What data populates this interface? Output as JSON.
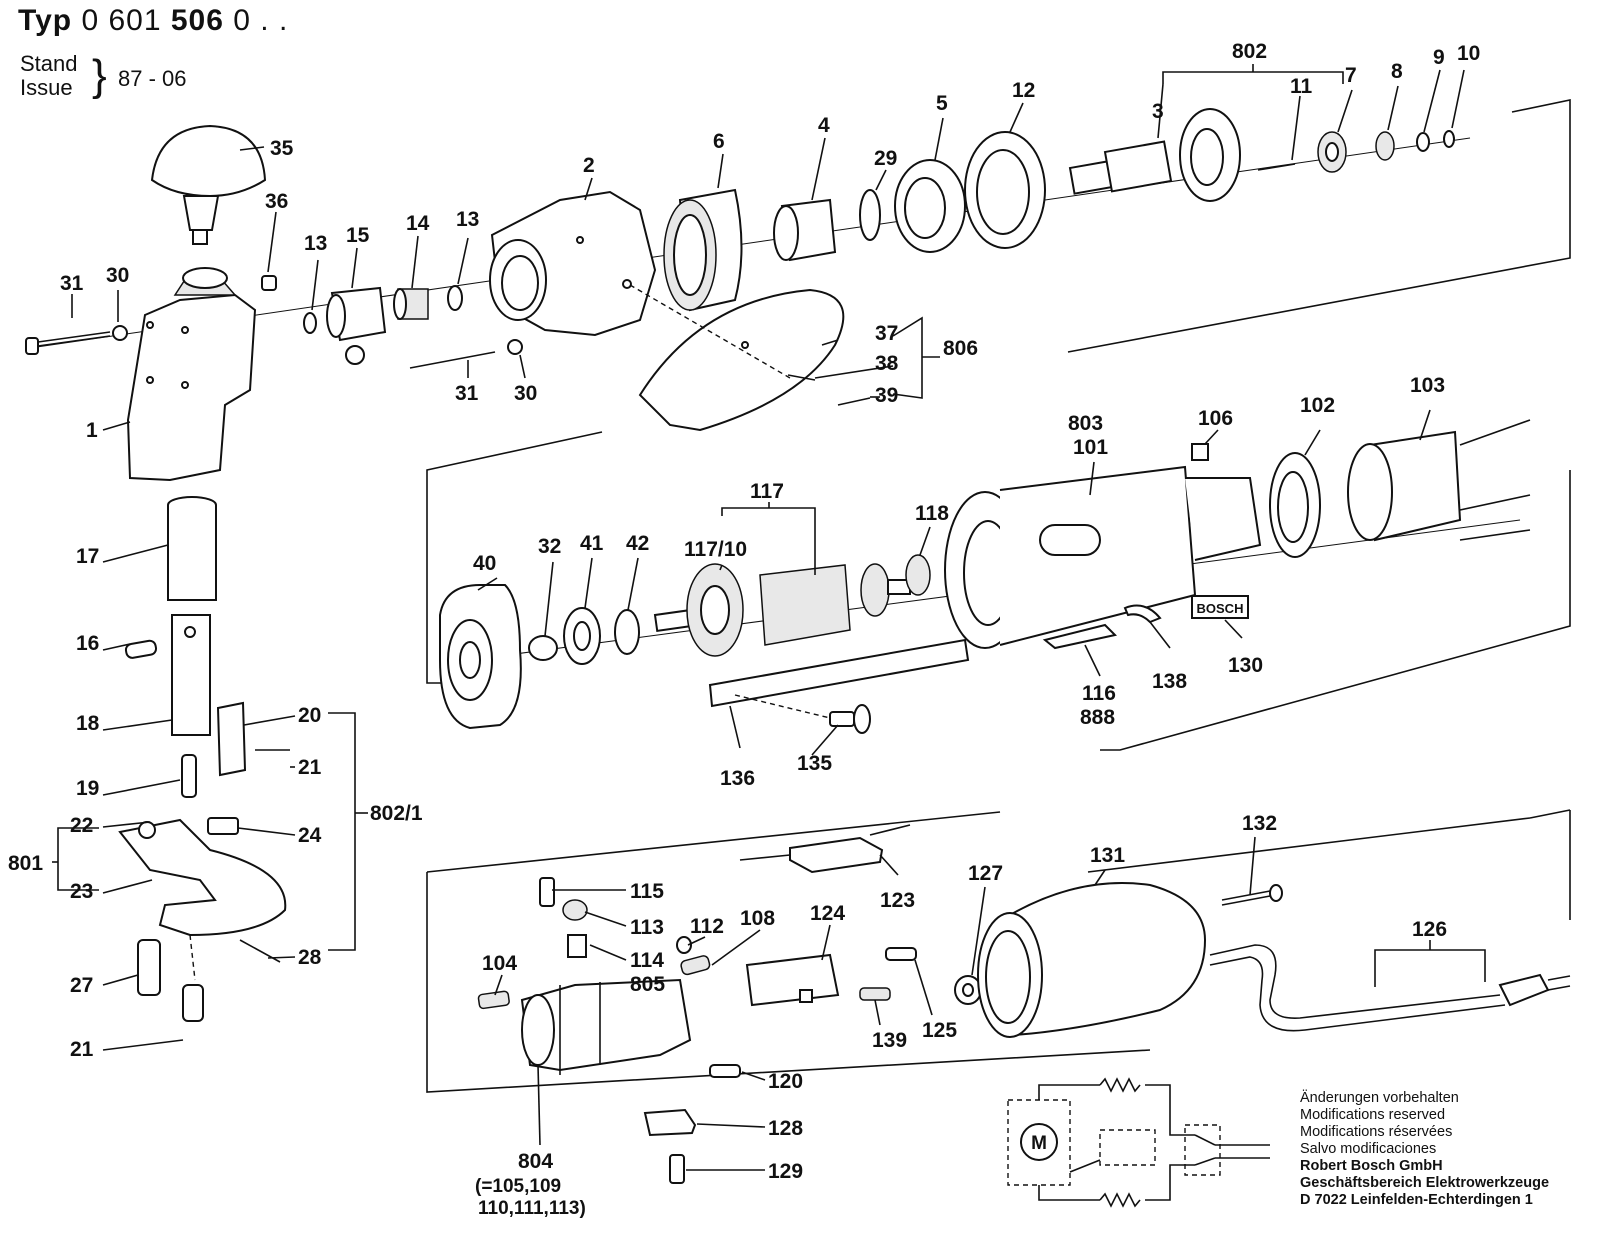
{
  "header": {
    "typ_label": "Typ",
    "typ_prefix": "0  601",
    "typ_bold": "506",
    "typ_suffix": "0 . .",
    "stand_label": "Stand",
    "issue_label": "Issue",
    "stand_value": "87 - 06"
  },
  "labels": {
    "l802": "802",
    "l3": "3",
    "l11": "11",
    "l7": "7",
    "l8": "8",
    "l9": "9",
    "l10": "10",
    "l12": "12",
    "l5": "5",
    "l29": "29",
    "l4": "4",
    "l6": "6",
    "l2": "2",
    "l35": "35",
    "l36": "36",
    "l13a": "13",
    "l15": "15",
    "l14": "14",
    "l13b": "13",
    "l31a": "31",
    "l30a": "30",
    "l1": "1",
    "l31b": "31",
    "l30b": "30",
    "l37": "37",
    "l38": "38",
    "l39": "39",
    "l806": "806",
    "l17": "17",
    "l16": "16",
    "l18": "18",
    "l19": "19",
    "l20": "20",
    "l21a": "21",
    "l8021": "802/1",
    "l22": "22",
    "l801": "801",
    "l23": "23",
    "l24": "24",
    "l28": "28",
    "l27": "27",
    "l21b": "21",
    "l803": "803",
    "l101": "101",
    "l106": "106",
    "l102": "102",
    "l103": "103",
    "l117": "117",
    "l11710": "117/10",
    "l118": "118",
    "l40": "40",
    "l32": "32",
    "l41": "41",
    "l42": "42",
    "l116": "116",
    "l888": "888",
    "l138": "138",
    "l130": "130",
    "l136": "136",
    "l135": "135",
    "l115": "115",
    "l113": "113",
    "l114": "114",
    "l805": "805",
    "l112": "112",
    "l108": "108",
    "l124": "124",
    "l123": "123",
    "l127": "127",
    "l131": "131",
    "l132": "132",
    "l126": "126",
    "l104": "104",
    "l139": "139",
    "l125": "125",
    "l120": "120",
    "l128": "128",
    "l129": "129",
    "l804": "804",
    "l804a": "(=105,109",
    "l804b": "110,111,113)"
  },
  "plate_text": "BOSCH",
  "motor_symbol": "M",
  "notes": {
    "line1": "Änderungen vorbehalten",
    "line2": "Modifications reserved",
    "line3": "Modifications réservées",
    "line4": "Salvo modificaciones",
    "company": "Robert Bosch GmbH",
    "division": "Geschäftsbereich Elektrowerkzeuge",
    "address": "D 7022 Leinfelden-Echterdingen 1"
  }
}
